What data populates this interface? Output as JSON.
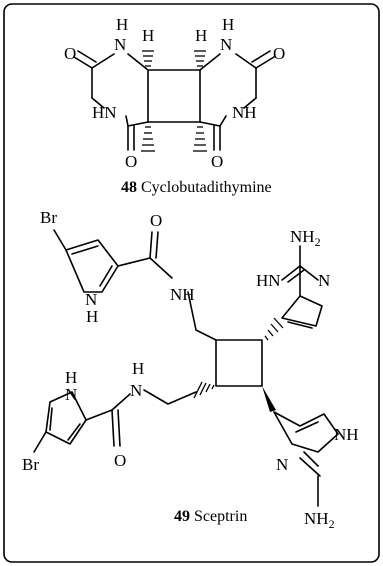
{
  "compound_48": {
    "number": "48",
    "name": "Cyclobutadithymine",
    "atoms": {
      "o_top_left": "O",
      "n_top_left": "N",
      "nh_top_left_h": "H",
      "h_ring_left": "H",
      "h_ring_right": "H",
      "n_top_right": "N",
      "nh_top_right_h": "H",
      "o_top_right": "O",
      "hn_left": "HN",
      "nh_right": "NH",
      "o_bottom_left": "O",
      "o_bottom_right": "O"
    }
  },
  "compound_49": {
    "number": "49",
    "name": "Sceptrin",
    "atoms": {
      "br_top": "Br",
      "o_top": "O",
      "n_pyrrole_top": "N",
      "h_pyrrole_top": "H",
      "nh_amide_top": "NH",
      "nh2_top_n": "NH",
      "nh2_top_sub": "2",
      "hn_imid_top": "HN",
      "n_imid_top": "N",
      "h_pyrrole_bottom": "H",
      "n_pyrrole_bottom": "N",
      "h_amide_bottom": "H",
      "n_amide_bottom": "N",
      "o_bottom": "O",
      "br_bottom": "Br",
      "n_imid_bottom": "N",
      "nh_imid_bottom": "NH",
      "nh2_bottom_n": "NH",
      "nh2_bottom_sub": "2"
    }
  }
}
